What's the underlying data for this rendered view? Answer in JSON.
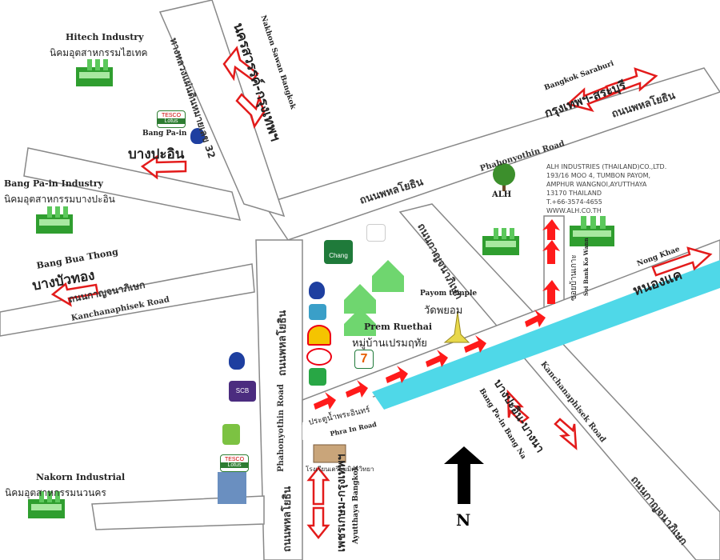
{
  "places": {
    "hitech": {
      "en": "Hitech Industry",
      "th": "นิคมอุตสาหกรรมไฮเทค"
    },
    "bangpain_ind": {
      "en": "Bang Pa-in Industry",
      "th": "นิคมอุตสาหกรรมบางปะอิน"
    },
    "nakorn": {
      "en": "Nakorn Industrial",
      "th": "นิคมอุตสาหกรรมนวนคร"
    },
    "bangpain": {
      "en": "Bang Pa-in",
      "th": "บางปะอิน"
    },
    "bangbuathong": {
      "en": "Bang Bua Thong",
      "th": "บางบัวทอง"
    },
    "nakhonsawan_bkk": {
      "en": "Nakhon Sawan   Bangkok",
      "th": "นครสวรรค์-กรุงเทพฯ"
    },
    "bkk_saraburi": {
      "en": "Bangkok      Saraburi",
      "th": "กรุงเทพฯ-สระบุรี"
    },
    "nongkhae": {
      "en": "Nong Khae",
      "th": "หนองแค"
    },
    "bangpain_bangna": {
      "en": "Bang Pa-in   Bang Na",
      "th": "บางปะอิน-บางนา"
    },
    "ayutthaya_bkk": {
      "en": "Ayutthaya   Bangkok",
      "th": "เพชรเกษม-กรุงเทพฯ"
    },
    "prem": {
      "en": "Prem Ruethai",
      "th": "หมู่บ้านเปรมฤทัย"
    },
    "payom": {
      "en": "Payom temple",
      "th": "วัดพยอม"
    },
    "floodgate": {
      "th": "ประตูน้ำพระอินทร์",
      "en": "Phra In Road"
    },
    "school": {
      "th": "โรงเรียนเตรียมมิตรวิทยา"
    },
    "soi": {
      "th": "ซอยบ้านเกาะ",
      "en": "Soi Bank Ko Wann"
    }
  },
  "roads": {
    "hw32": "ทางหลวงแผ่นดินหมายเลข 32",
    "phahon_en": "Phahonyothin Road",
    "phahon_th": "ถนนพหลโยธิน",
    "kanchana_en": "Kanchanaphisek Road",
    "kanchana_th": "ถนนกาญจนาภิเษก"
  },
  "company": {
    "logo": "ALH",
    "lines": [
      "ALH INDUSTRIES (THAILAND)CO.,LTD.",
      "193/16 MOO 4, TUMBON PAYOM,",
      "AMPHUR WANGNOI,AYUTTHAYA",
      "13170 THAILAND",
      "T.+66-3574-4655",
      "WWW.ALH.CO.TH"
    ]
  },
  "logos": {
    "tesco": "TESCO",
    "lotus": "Lotus",
    "scb": "SCB",
    "chang": "Chang",
    "seven": "7"
  },
  "compass": "N",
  "colors": {
    "road_edge": "#888888",
    "canal": "#4fd8e8",
    "arrow": "#ff1a1a",
    "factory": "#2f9e2f"
  }
}
